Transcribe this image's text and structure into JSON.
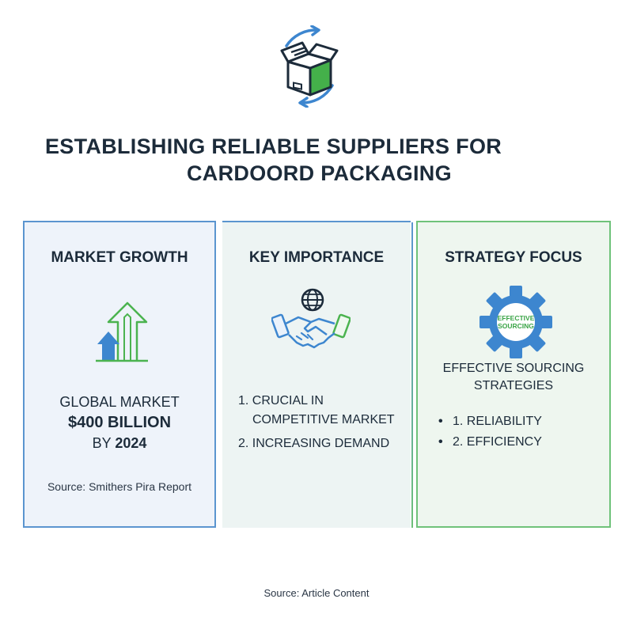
{
  "header": {
    "icon": "box-cycle-icon",
    "title_line1": "ESTABLISHING RELIABLE SUPPLIERS FOR",
    "title_line2": "CARDOORD PACKAGING"
  },
  "panels": {
    "market": {
      "title": "MARKET GROWTH",
      "icon": "growth-arrows-icon",
      "stat_line1": "GLOBAL MARKET",
      "stat_value": "$400 BILLION",
      "stat_line3_prefix": "BY",
      "stat_year": "2024",
      "source": "Source: Smithers Pira Report"
    },
    "key": {
      "title": "KEY IMPORTANCE",
      "icon": "handshake-globe-icon",
      "item1_num": "1.",
      "item1_line1": "CRUCIAL IN",
      "item1_line2": "COMPETITIVE MARKET",
      "item2": "2. INCREASING DEMAND"
    },
    "strategy": {
      "title": "STRATEGY FOCUS",
      "icon": "gear-icon",
      "gear_text_line1": "EFFECTIVE",
      "gear_text_line2": "SOURCING",
      "subtitle_line1": "EFFECTIVE SOURCING",
      "subtitle_line2": "STRATEGIES",
      "bullet": "•",
      "items": [
        "1. RELIABILITY",
        "2. EFFICIENCY"
      ]
    }
  },
  "footer": {
    "source": "Source: Article Content"
  },
  "colors": {
    "blue": "#3d86cf",
    "green": "#4bb34f",
    "navy": "#1c2b3a"
  }
}
